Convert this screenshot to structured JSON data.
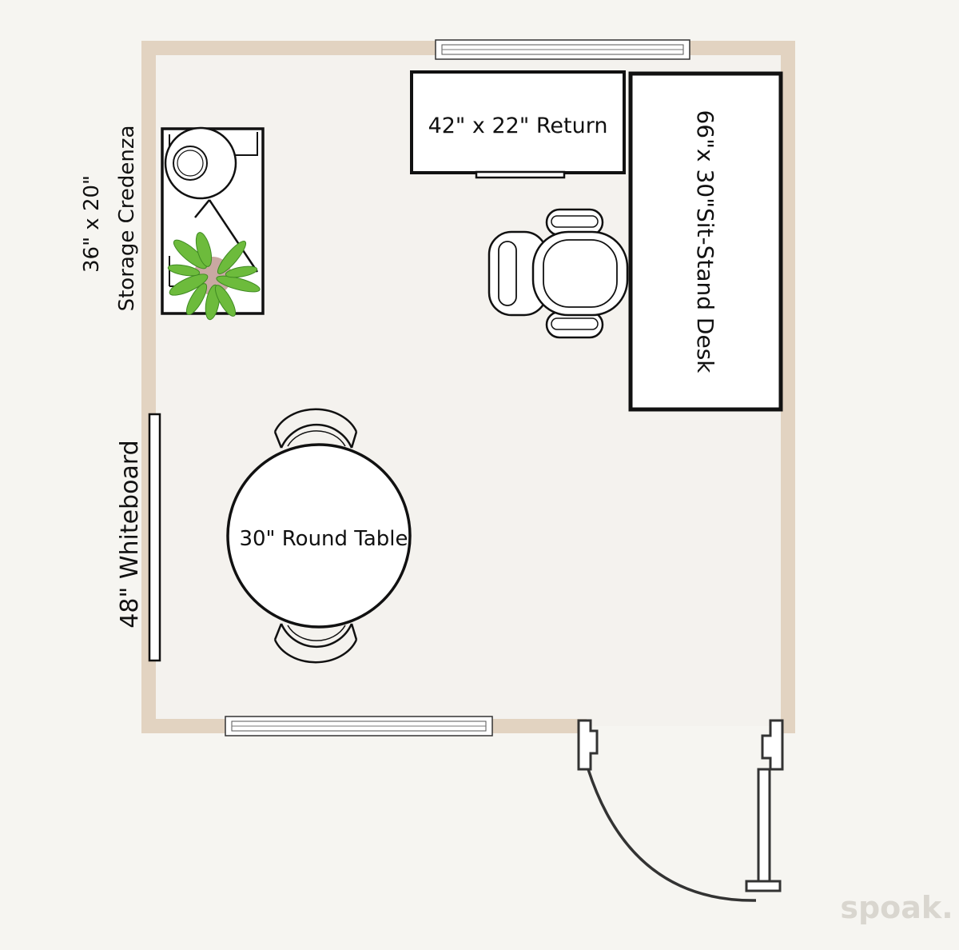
{
  "labels": {
    "return_desk": "42\" x 22\" Return",
    "sit_stand_desk": "66\"x 30\"Sit-Stand Desk",
    "round_table": "30\" Round Table",
    "credenza_size": "36\" x 20\"",
    "credenza_name": "Storage Credenza",
    "whiteboard": "48\" Whiteboard"
  },
  "watermark": "spoak.",
  "colors": {
    "background": "#f6f5f1",
    "floor": "#f4f2ee",
    "wall": "#e2d3c1",
    "outline": "#111111",
    "plant_leaf": "#6dbb3c",
    "plant_pot": "#c9a8a2"
  },
  "icons": {
    "chair": "office-chair-icon",
    "plant": "potted-plant-icon",
    "lamp": "round-lamp-icon",
    "door": "door-swing-icon",
    "window": "window-icon"
  }
}
